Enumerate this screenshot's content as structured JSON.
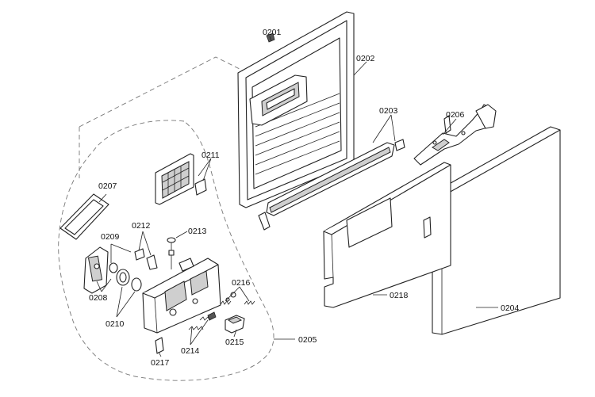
{
  "labels": {
    "p0201": "0201",
    "p0202": "0202",
    "p0203": "0203",
    "p0204": "0204",
    "p0205": "0205",
    "p0206": "0206",
    "p0207": "0207",
    "p0208": "0208",
    "p0209": "0209",
    "p0210": "0210",
    "p0211": "0211",
    "p0212": "0212",
    "p0213": "0213",
    "p0214": "0214",
    "p0215": "0215",
    "p0216": "0216",
    "p0217": "0217",
    "p0218": "0218"
  }
}
